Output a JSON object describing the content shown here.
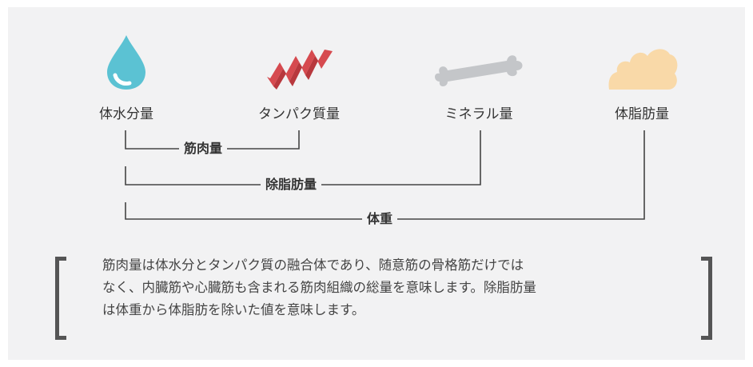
{
  "components": [
    {
      "id": "water",
      "label": "体水分量",
      "icon": "water-drop-icon",
      "color": "#5bc2d3"
    },
    {
      "id": "protein",
      "label": "タンパク質量",
      "icon": "protein-ribbon-icon",
      "color": "#d64a4f"
    },
    {
      "id": "mineral",
      "label": "ミネラル量",
      "icon": "bone-icon",
      "color": "#c4c6c9"
    },
    {
      "id": "fat",
      "label": "体脂肪量",
      "icon": "fat-blob-icon",
      "color": "#f9d9a8"
    }
  ],
  "groups": [
    {
      "id": "muscle",
      "label": "筋肉量",
      "includes": [
        "体水分量",
        "タンパク質量"
      ]
    },
    {
      "id": "lean",
      "label": "除脂肪量",
      "includes": [
        "体水分量",
        "タンパク質量",
        "ミネラル量"
      ]
    },
    {
      "id": "weight",
      "label": "体重",
      "includes": [
        "体水分量",
        "タンパク質量",
        "ミネラル量",
        "体脂肪量"
      ]
    }
  ],
  "description": {
    "lines": [
      "筋肉量は体水分とタンパク質の融合体であり、随意筋の骨格筋だけでは",
      "なく、内臓筋や心臓筋も含まれる筋肉組織の総量を意味します。除脂肪量",
      "は体重から体脂肪を除いた値を意味します。"
    ]
  },
  "colors": {
    "background": "#f2f2f3",
    "line": "#444444",
    "bracket": "#555555",
    "text": "#333333"
  }
}
